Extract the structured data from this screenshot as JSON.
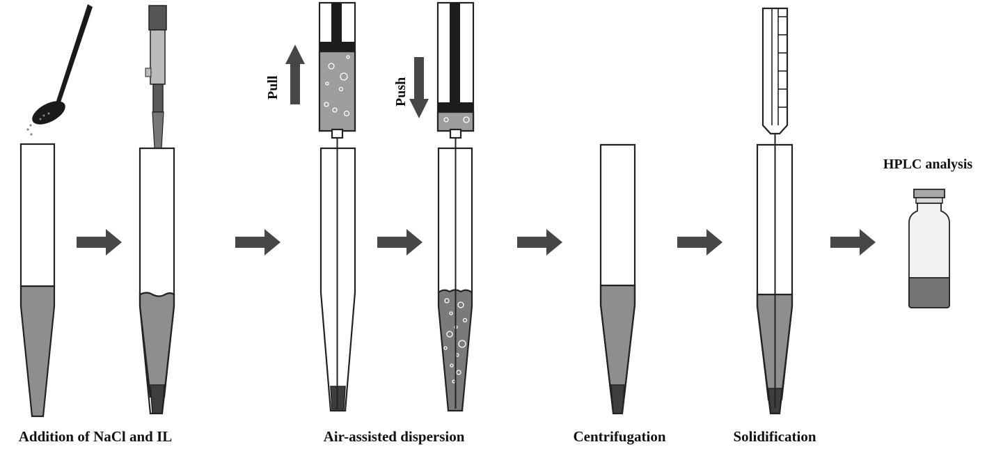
{
  "labels": {
    "step1": "Addition of NaCl and IL",
    "step2": "Air-assisted dispersion",
    "step3": "Centrifugation",
    "step4": "Solidification",
    "step5": "HPLC analysis",
    "pull": "Pull",
    "push": "Push"
  },
  "colors": {
    "liquid": "#8e8e8e",
    "sediment": "#3e3e3e",
    "arrow": "#474747",
    "outline": "#222222"
  }
}
